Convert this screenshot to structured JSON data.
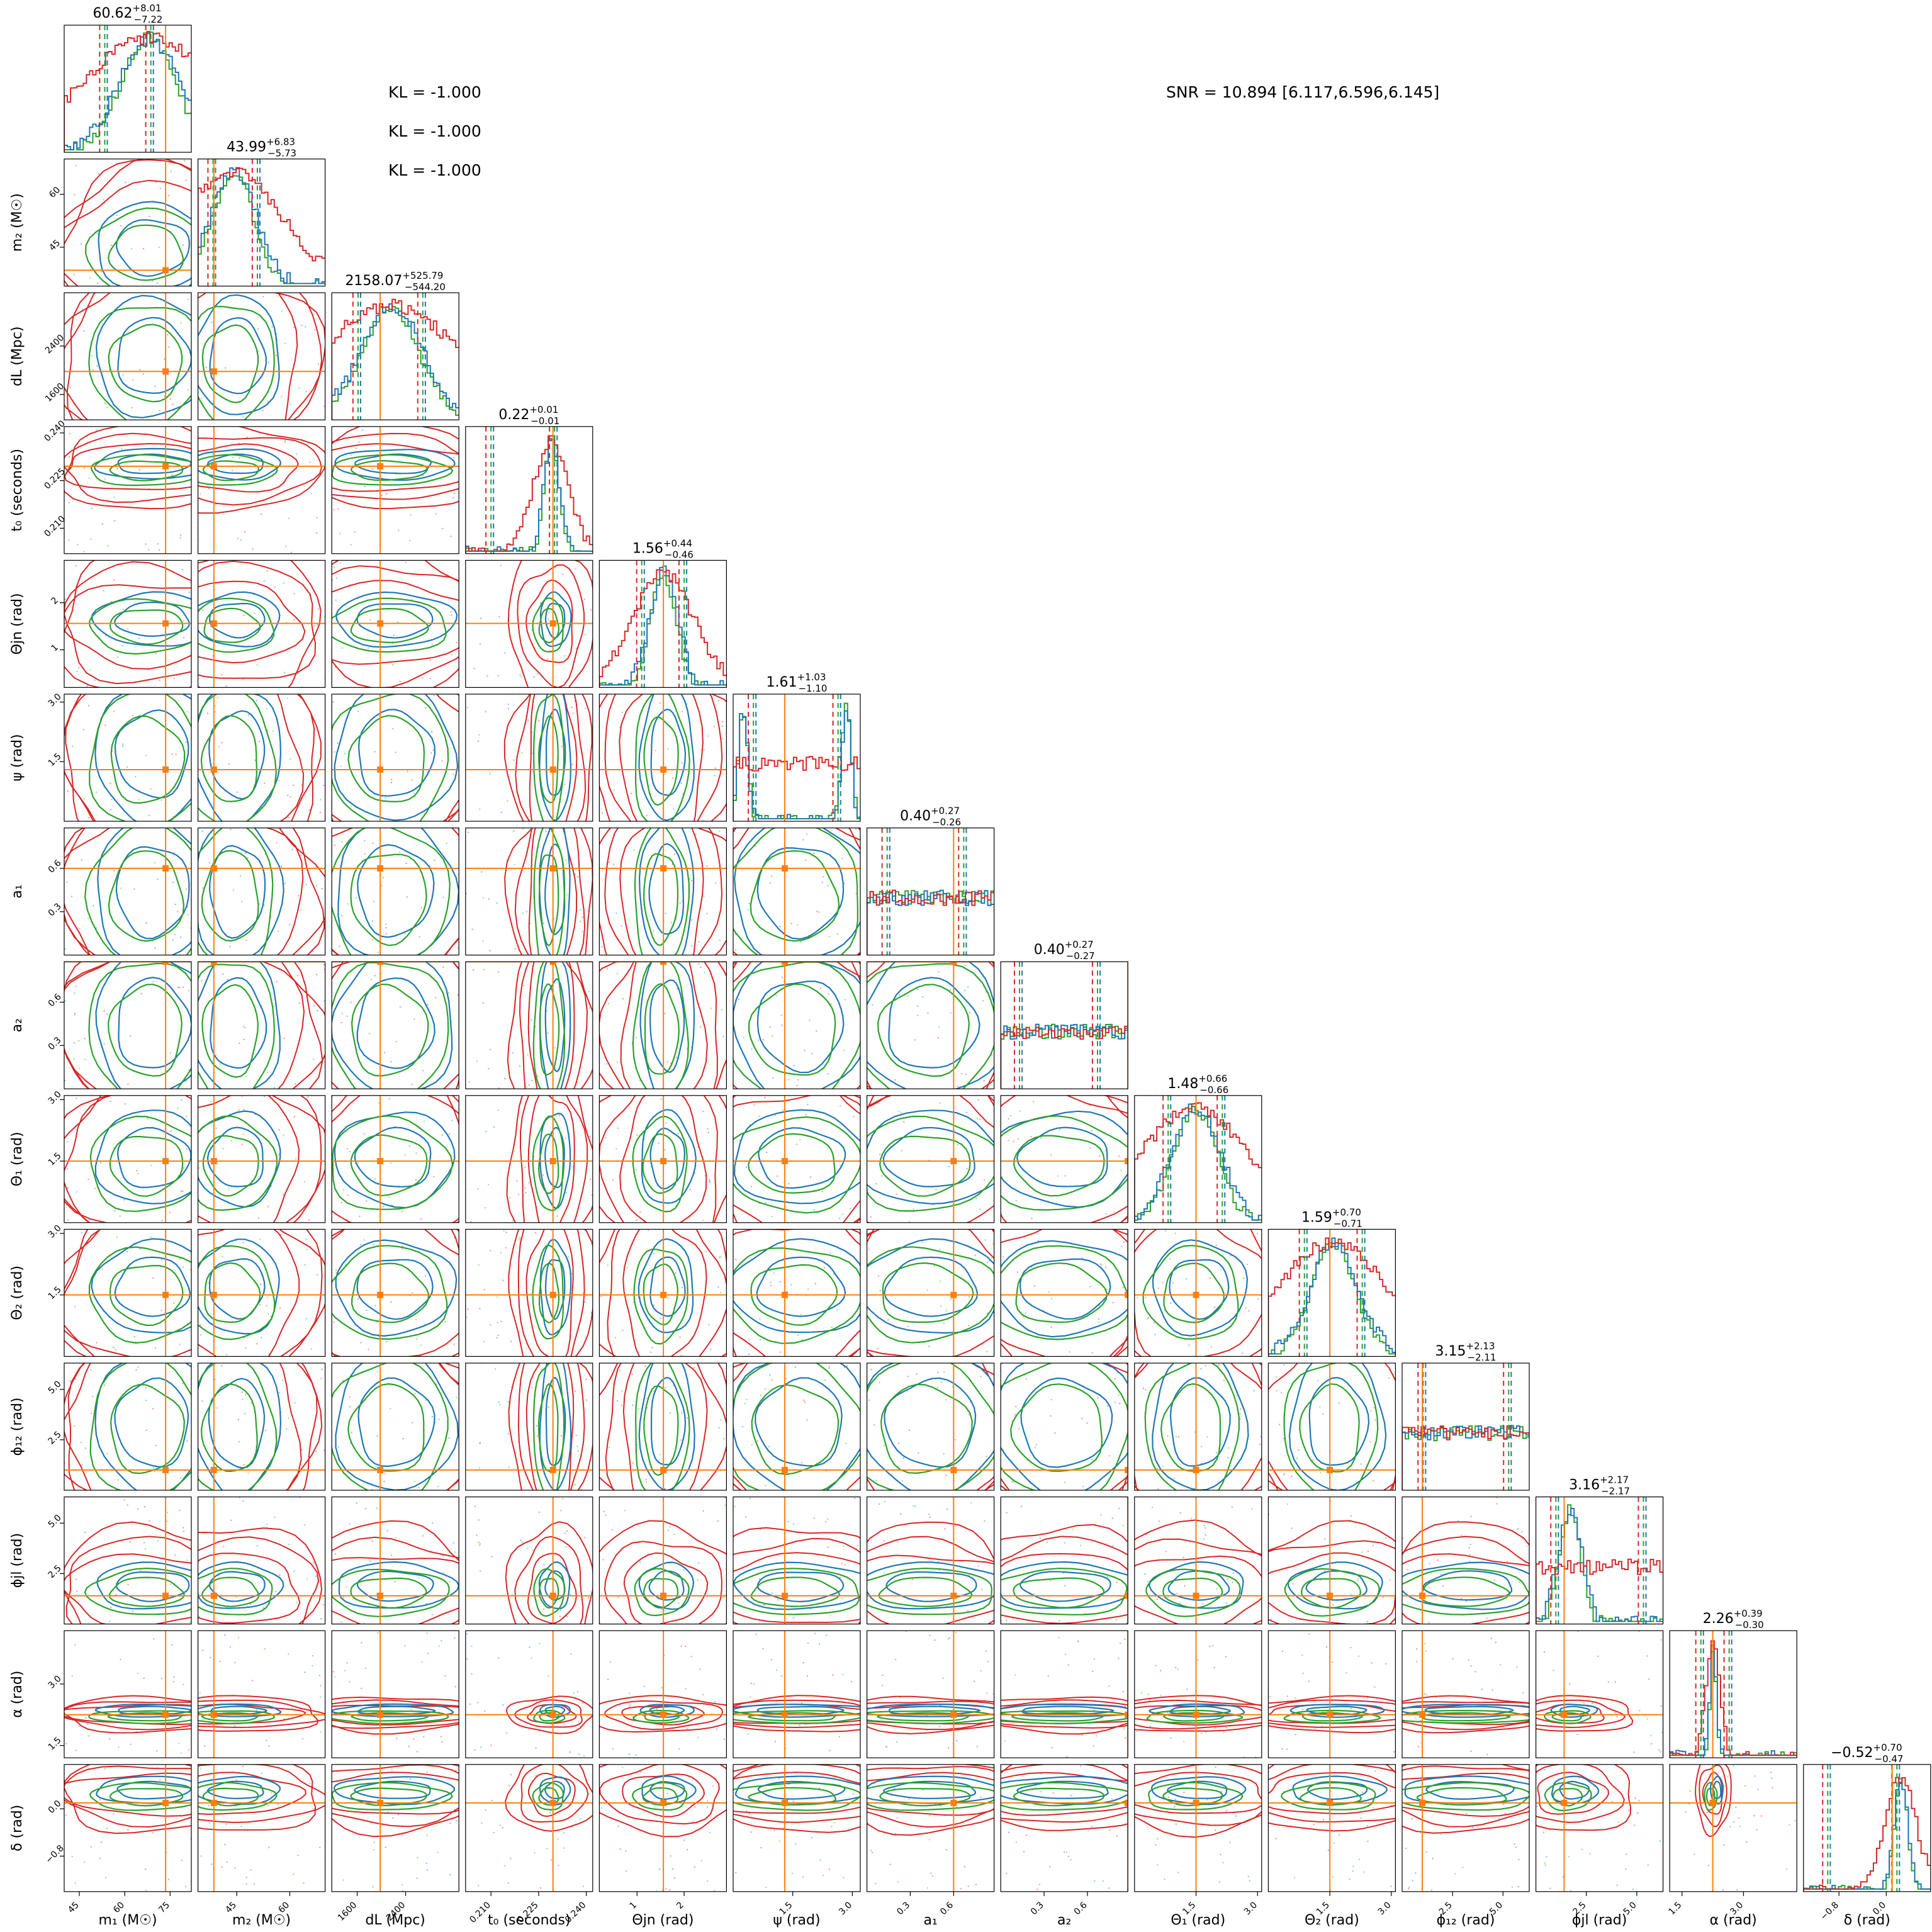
{
  "annotations": {
    "kl": [
      "KL = -1.000",
      "KL = -1.000",
      "KL = -1.000"
    ],
    "snr": "SNR = 10.894 [6.117,6.596,6.145]"
  },
  "colors": {
    "truth": "#ff7f0e",
    "series": [
      "#1f77b4",
      "#2ca02c",
      "#d62728"
    ]
  },
  "chart_data": {
    "type": "corner",
    "series": [
      {
        "color": "blue"
      },
      {
        "color": "green"
      },
      {
        "color": "red"
      }
    ],
    "parameters": [
      {
        "label": "m₁ (M☉)",
        "title_main": "60.62",
        "title_plus": "+8.01",
        "title_minus": "−7.22",
        "range": [
          40,
          82
        ],
        "ticks": [
          45,
          60,
          75
        ],
        "tick_labels": [
          "45",
          "60",
          "75"
        ],
        "truth": 73.5,
        "center": 68,
        "spread": 10
      },
      {
        "label": "m₂ (M☉)",
        "title_main": "43.99",
        "title_plus": "+6.83",
        "title_minus": "−5.73",
        "range": [
          34,
          70
        ],
        "ticks": [
          45,
          60
        ],
        "tick_labels": [
          "45",
          "60"
        ],
        "truth": 38.5,
        "center": 44,
        "spread": 6.5
      },
      {
        "label": "dL (Mpc)",
        "title_main": "2158.07",
        "title_plus": "+525.79",
        "title_minus": "−544.20",
        "range": [
          1180,
          3280
        ],
        "ticks": [
          1600,
          2400
        ],
        "tick_labels": [
          "1600",
          "2400"
        ],
        "truth": 1980,
        "center": 2160,
        "spread": 520
      },
      {
        "label": "t₀ (seconds)",
        "title_main": "0.22",
        "title_plus": "+0.01",
        "title_minus": "−0.01",
        "range": [
          0.202,
          0.242
        ],
        "ticks": [
          0.21,
          0.225,
          0.24
        ],
        "tick_labels": [
          "0.210",
          "0.225",
          "0.240"
        ],
        "truth": 0.2295,
        "center": 0.229,
        "spread": 0.0025
      },
      {
        "label": "Θjn (rad)",
        "title_main": "1.56",
        "title_plus": "+0.44",
        "title_minus": "−0.46",
        "range": [
          0.2,
          2.9
        ],
        "ticks": [
          1,
          2
        ],
        "tick_labels": [
          "1",
          "2"
        ],
        "truth": 1.56,
        "center": 1.56,
        "spread": 0.3
      },
      {
        "label": "ψ (rad)",
        "title_main": "1.61",
        "title_plus": "+1.03",
        "title_minus": "−1.10",
        "range": [
          0,
          3.2
        ],
        "ticks": [
          1.5,
          3.0
        ],
        "tick_labels": [
          "1.5",
          "3.0"
        ],
        "truth": 1.3,
        "center": 1.6,
        "spread": 0.9
      },
      {
        "label": "a₁",
        "title_main": "0.40",
        "title_plus": "+0.27",
        "title_minus": "−0.26",
        "range": [
          0,
          0.88
        ],
        "ticks": [
          0.3,
          0.6
        ],
        "tick_labels": [
          "0.3",
          "0.6"
        ],
        "truth": 0.6,
        "center": 0.42,
        "spread": 0.26
      },
      {
        "label": "a₂",
        "title_main": "0.40",
        "title_plus": "+0.27",
        "title_minus": "−0.27",
        "range": [
          0,
          0.88
        ],
        "ticks": [
          0.3,
          0.6
        ],
        "tick_labels": [
          "0.3",
          "0.6"
        ],
        "truth": 0.88,
        "center": 0.42,
        "spread": 0.26
      },
      {
        "label": "Θ₁ (rad)",
        "title_main": "1.48",
        "title_plus": "+0.66",
        "title_minus": "−0.66",
        "range": [
          0,
          3.1
        ],
        "ticks": [
          1.5,
          3.0
        ],
        "tick_labels": [
          "1.5",
          "3.0"
        ],
        "truth": 1.5,
        "center": 1.48,
        "spread": 0.6
      },
      {
        "label": "Θ₂ (rad)",
        "title_main": "1.59",
        "title_plus": "+0.70",
        "title_minus": "−0.71",
        "range": [
          0,
          3.1
        ],
        "ticks": [
          1.5,
          3.0
        ],
        "tick_labels": [
          "1.5",
          "3.0"
        ],
        "truth": 1.5,
        "center": 1.59,
        "spread": 0.6
      },
      {
        "label": "ϕ₁₂ (rad)",
        "title_main": "3.15",
        "title_plus": "+2.13",
        "title_minus": "−2.11",
        "range": [
          0,
          6.3
        ],
        "ticks": [
          2.5,
          5.0
        ],
        "tick_labels": [
          "2.5",
          "5.0"
        ],
        "truth": 1.0,
        "center": 3.15,
        "spread": 1.8
      },
      {
        "label": "ϕjl (rad)",
        "title_main": "3.16",
        "title_plus": "+2.17",
        "title_minus": "−2.17",
        "range": [
          0,
          6.3
        ],
        "ticks": [
          2.5,
          5.0
        ],
        "tick_labels": [
          "2.5",
          "5.0"
        ],
        "truth": 1.4,
        "center": 1.7,
        "spread": 0.6
      },
      {
        "label": "α (rad)",
        "title_main": "2.26",
        "title_plus": "+0.39",
        "title_minus": "−0.30",
        "range": [
          1.2,
          4.3
        ],
        "ticks": [
          1.5,
          3.0
        ],
        "tick_labels": [
          "1.5",
          "3.0"
        ],
        "truth": 2.25,
        "center": 2.26,
        "spread": 0.08
      },
      {
        "label": "δ (rad)",
        "title_main": "−0.52",
        "title_plus": "+0.70",
        "title_minus": "−0.47",
        "range": [
          -1.4,
          0.75
        ],
        "ticks": [
          -0.8,
          0.0
        ],
        "tick_labels": [
          "−0.8",
          "0.0"
        ],
        "truth": 0.1,
        "center": 0.25,
        "spread": 0.12
      }
    ]
  }
}
